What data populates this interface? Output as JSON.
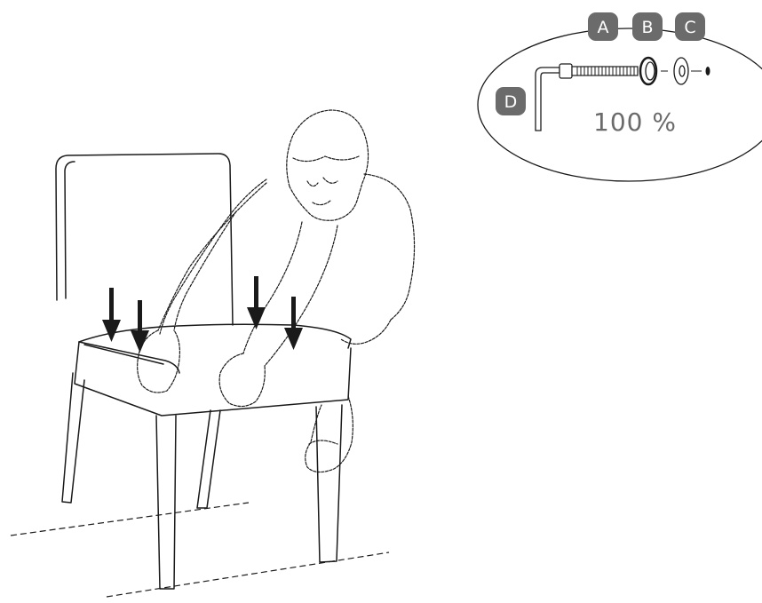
{
  "callout": {
    "quantity": "100 %",
    "labels": {
      "a": "A",
      "b": "B",
      "c": "C",
      "d": "D"
    },
    "label_color": "#6b6b6b"
  },
  "line_color": "#1a1a1a",
  "arrow_count": 4
}
